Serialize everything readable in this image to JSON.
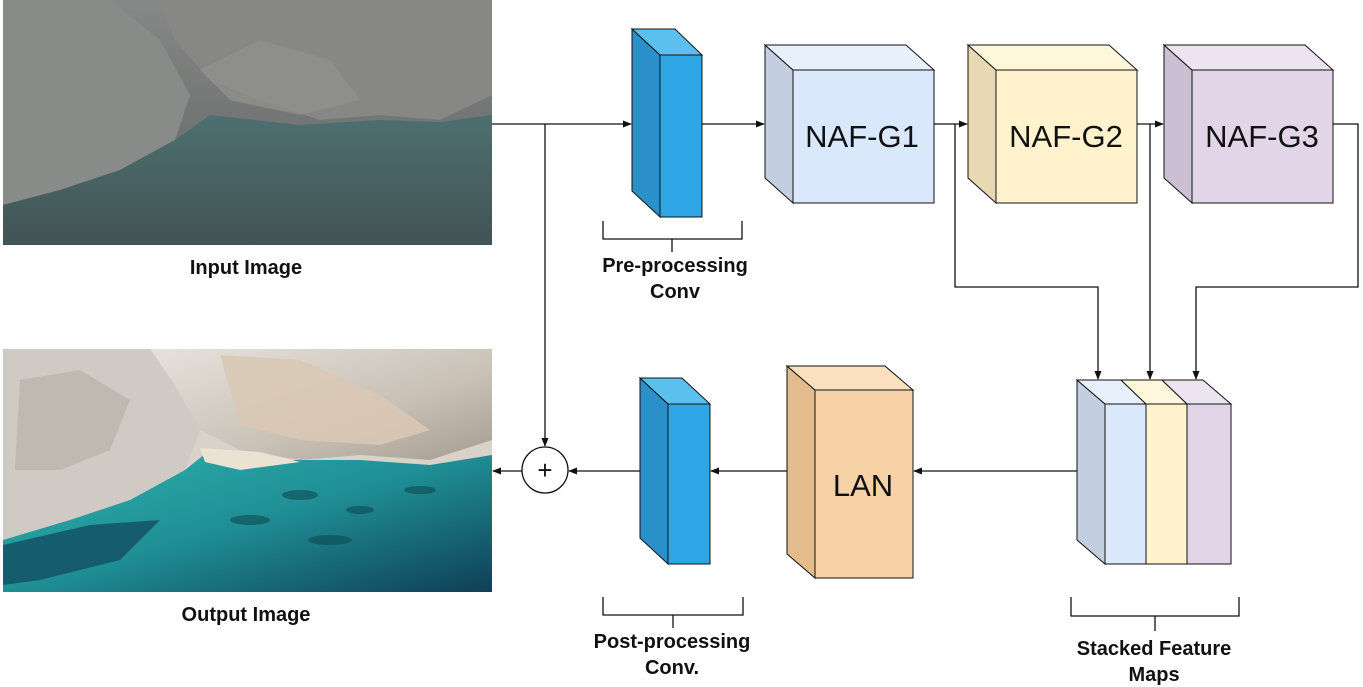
{
  "labels": {
    "input_image": "Input Image",
    "output_image": "Output Image",
    "pre_conv_line1": "Pre-processing",
    "pre_conv_line2": "Conv",
    "post_conv_line1": "Post-processing",
    "post_conv_line2": "Conv.",
    "stacked_line1": "Stacked Feature",
    "stacked_line2": "Maps"
  },
  "blocks": {
    "naf_g1": "NAF-G1",
    "naf_g2": "NAF-G2",
    "naf_g3": "NAF-G3",
    "lan": "LAN",
    "add_symbol": "+"
  },
  "colors": {
    "conv_front": "#2ea6e6",
    "conv_side": "#2b8fc9",
    "naf_g1_front": "#dae8fc",
    "naf_g1_side": "#c3cfe0",
    "naf_g2_front": "#fff2cc",
    "naf_g2_side": "#e6d9b3",
    "naf_g3_front": "#e1d5e7",
    "naf_g3_side": "#cbbfd3",
    "lan_front": "#f7d2a6",
    "lan_side": "#e3bc8d",
    "stroke": "#111111"
  }
}
